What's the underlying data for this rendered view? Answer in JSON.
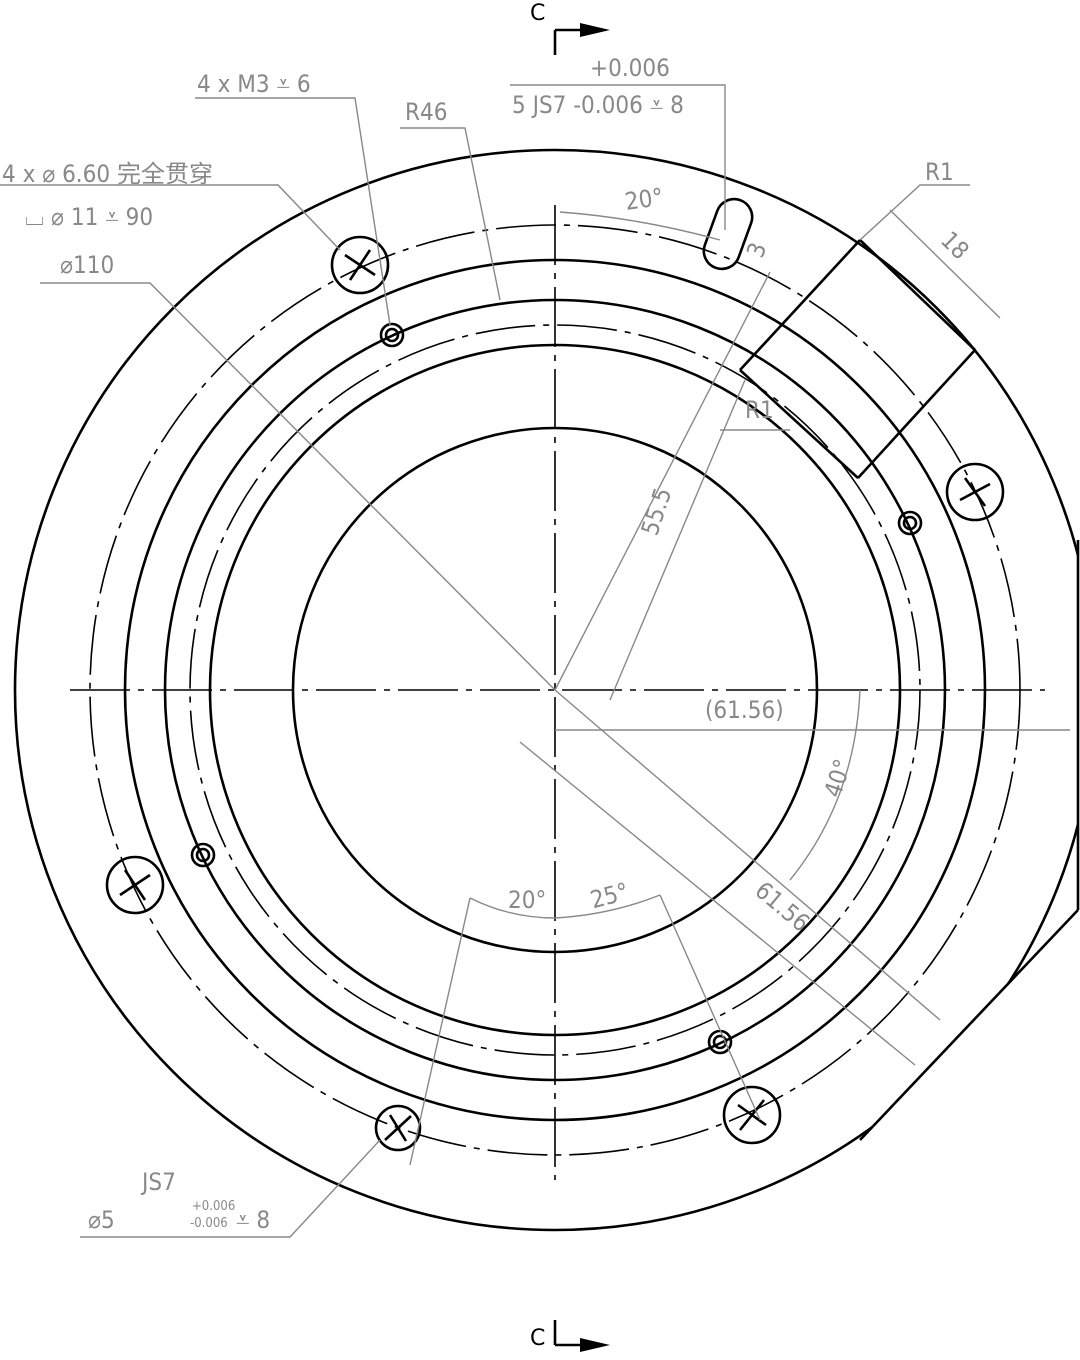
{
  "section_marks": {
    "top": "C",
    "bottom": "C"
  },
  "annotations": {
    "m3_thread": "4 x M3 ⩡ 6",
    "thru_hole": "4 x ⌀ 6.60 完全贯穿",
    "counterbore": "⌴ ⌀ 11 ⩡ 90",
    "diameter_110": "⌀110",
    "r46": "R46",
    "slot_tol_upper": "+0.006",
    "slot_spec": "5 JS7 -0.006 ⩡ 8",
    "r1_top": "R1",
    "r1_inner": "R1",
    "dim_18": "18",
    "dim_3": "3",
    "angle_20_top": "20°",
    "dim_55_5": "55.5",
    "dim_61_56_h": "(61.56)",
    "dim_61_56_diag": "61.56",
    "angle_40": "40°",
    "angle_20_bottom": "20°",
    "angle_25": "25°",
    "pin_fit": "JS7",
    "pin_dia": "⌀5",
    "pin_tol_upper": "+0.006",
    "pin_tol_lower": "-0.006",
    "pin_depth": "⩡ 8"
  }
}
